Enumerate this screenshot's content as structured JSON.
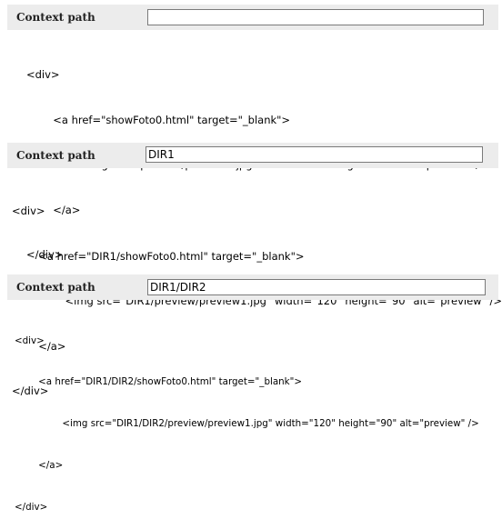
{
  "sections": [
    {
      "label": "Context path",
      "value": "",
      "code": [
        "<div>",
        "        <a href=\"showFoto0.html\" target=\"_blank\">",
        "                <img src=\"preview/preview1.jpg\" width=\"120\" height=\"90\" alt=\"preview\" />",
        "        </a>",
        "</div>"
      ]
    },
    {
      "label": "Context path",
      "value": "DIR1",
      "code": [
        "<div>",
        "        <a href=\"DIR1/showFoto0.html\" target=\"_blank\">",
        "                <img src=\"DIR1/preview/preview1.jpg\" width=\"120\" height=\"90\" alt=\"preview\" />",
        "        </a>",
        "</div>"
      ]
    },
    {
      "label": "Context path",
      "value": "DIR1/DIR2",
      "code": [
        "<div>",
        "        <a href=\"DIR1/DIR2/showFoto0.html\" target=\"_blank\">",
        "                <img src=\"DIR1/DIR2/preview/preview1.jpg\" width=\"120\" height=\"90\" alt=\"preview\" />",
        "        </a>",
        "</div>"
      ]
    }
  ]
}
